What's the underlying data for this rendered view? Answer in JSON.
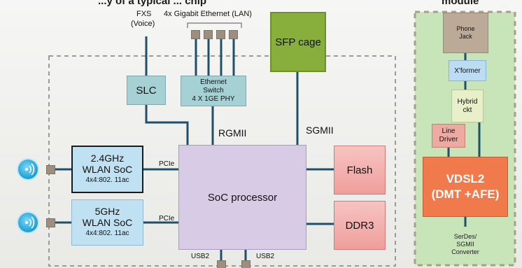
{
  "header": {
    "title_fragment": "...y of a typical ... chip",
    "module_label": "module"
  },
  "top_labels": {
    "fxs": "FXS",
    "voice": "(Voice)",
    "gigabit": "4x Gigabit Ethernet (LAN)"
  },
  "blocks": {
    "slc": "SLC",
    "eth_switch": [
      "Ethernet",
      "Switch",
      "4 X 1GE PHY"
    ],
    "sfp": "SFP cage",
    "soc": "SoC processor",
    "wlan24": [
      "2.4GHz",
      "WLAN SoC",
      "4x4:802. 11ac"
    ],
    "wlan5": [
      "5GHz",
      "WLAN SoC",
      "4x4:802. 11ac"
    ],
    "flash": "Flash",
    "ddr3": "DDR3"
  },
  "buses": {
    "rgmii": "RGMII",
    "sgmii": "SGMII",
    "pcie_top": "PCIe",
    "pcie_bottom": "PCIe",
    "usb_left": "USB2",
    "usb_right": "USB2"
  },
  "vdsl_module": {
    "phone_jack": [
      "Phone",
      "Jack"
    ],
    "xformer": "X'former",
    "hybrid": [
      "Hybrid",
      "ckt"
    ],
    "line_driver": [
      "Line",
      "Driver"
    ],
    "vdsl": [
      "VDSL2",
      "(DMT +AFE)"
    ],
    "serdes": [
      "SerDes/",
      "SGMII",
      "Converter"
    ]
  },
  "colors": {
    "slc": "#a6d1d4",
    "ethernet": "#a6d1d4",
    "sfp": "#88ae3c",
    "soc": "#d8cbe6",
    "wlan": "#bfe1f2",
    "memory": "#f3b0ae",
    "phone_jack": "#bcaa99",
    "xformer": "#bcdcf3",
    "hybrid": "#e9efc8",
    "line_driver": "#edaaa2",
    "vdsl": "#f07a4c",
    "module_bg": "#c8e4b9",
    "wire": "#1f4f6b",
    "antenna": "#1a9fd6"
  }
}
